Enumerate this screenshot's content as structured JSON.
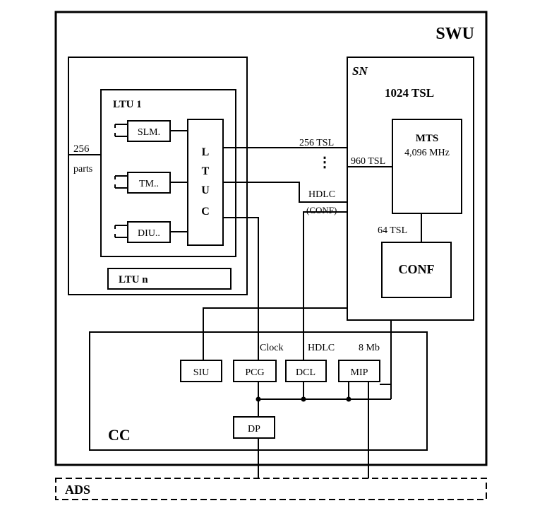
{
  "swu": {
    "label": "SWU"
  },
  "ltu_group": {
    "ltu1": {
      "label": "LTU 1"
    },
    "ltun": {
      "label": "LTU n"
    },
    "ports_count": "256",
    "ports_label": "parts",
    "slm": "SLM.",
    "tm": "TM..",
    "diu": "DIU..",
    "ltuc_letters": [
      "L",
      "T",
      "U",
      "C"
    ]
  },
  "sn": {
    "label": "SN",
    "capacity": "1024 TSL",
    "mts_title": "MTS",
    "mts_freq": "4,096 MHz",
    "tsl_960": "960 TSL",
    "tsl_64": "64 TSL",
    "conf": "CONF"
  },
  "links": {
    "tsl_256": "256 TSL",
    "ellipsis": "⋮",
    "hdlc_top": "HDLC",
    "hdlc_conf": "(CONF)"
  },
  "cc": {
    "label": "CC",
    "clock": "Clock",
    "hdlc": "HDLC",
    "mb": "8 Mb",
    "siu": "SIU",
    "pcg": "PCG",
    "dcl": "DCL",
    "mip": "MIP",
    "dp": "DP"
  },
  "ads": {
    "label": "ADS"
  }
}
